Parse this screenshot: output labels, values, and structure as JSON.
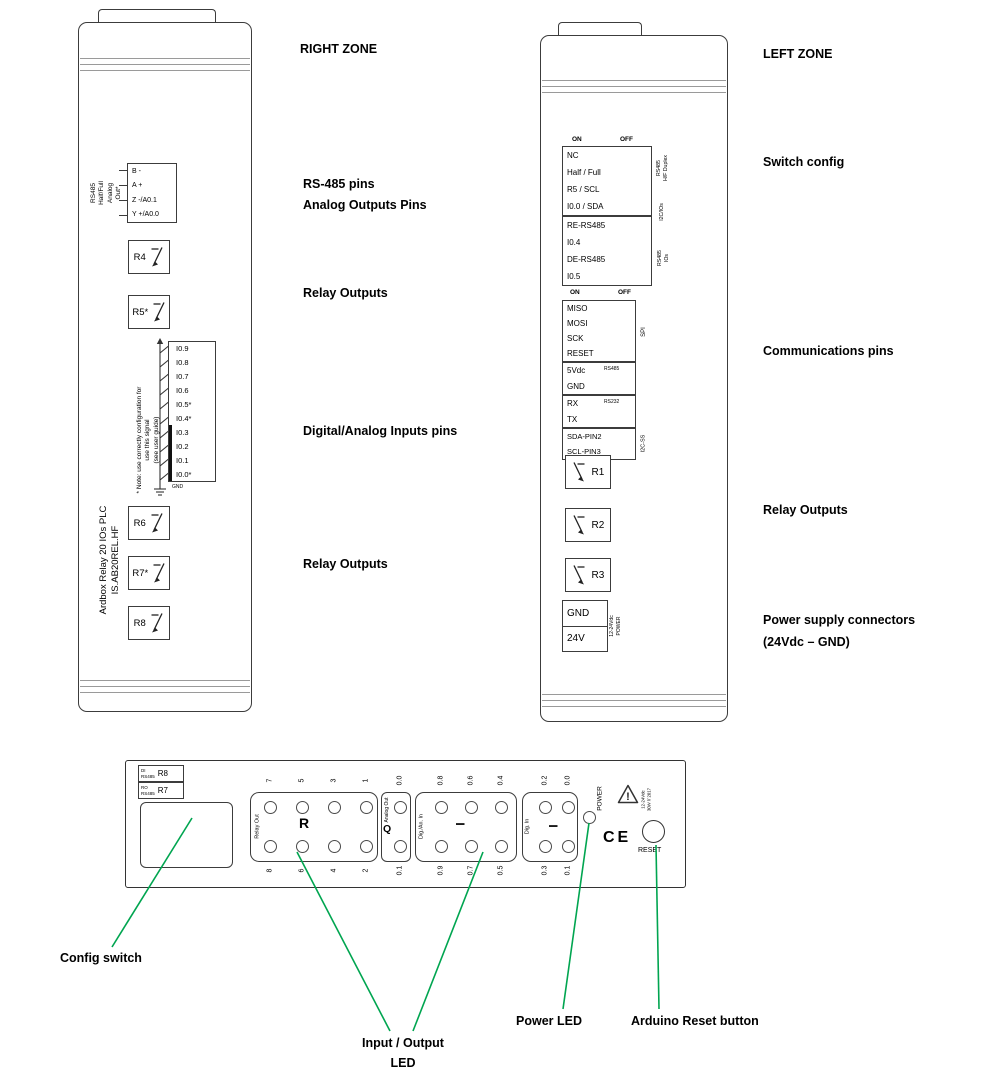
{
  "colors": {
    "callout_green": "#00a550"
  },
  "right_zone": {
    "title": "RIGHT ZONE",
    "side_label_lines": [
      "RS485",
      "Half/Full",
      "Analog",
      "Out*"
    ],
    "pins": [
      "B -",
      "A +",
      "Z -/A0.1",
      "Y +/A0.0"
    ],
    "relays_top": [
      "R4",
      "R5*"
    ],
    "inputs": [
      "I0.9",
      "I0.8",
      "I0.7",
      "I0.6",
      "I0.5*",
      "I0.4*",
      "I0.3",
      "I0.2",
      "I0.1",
      "I0.0*"
    ],
    "gnd_label": "GND",
    "product_lines": [
      "Ardbox Relay 20 IOs PLC",
      "IS.AB20REL.HF"
    ],
    "note_lines": [
      "* Note: use correctly configuration for",
      "use this signal",
      "(see user guide)"
    ],
    "relays_bottom": [
      "R6",
      "R7*",
      "R8"
    ],
    "labels": {
      "rs485_pins": "RS-485 pins",
      "analog_pins": "Analog Outputs Pins",
      "relay_outputs_top": "Relay Outputs",
      "inputs_pins": "Digital/Analog Inputs pins",
      "relay_outputs_bottom": "Relay Outputs"
    }
  },
  "left_zone": {
    "title": "LEFT ZONE",
    "sw": {
      "on": "ON",
      "off": "OFF"
    },
    "switch_rows_a": [
      "NC",
      "Half / Full",
      "R5 / SCL",
      "I0.0 / SDA"
    ],
    "switch_rows_b": [
      "RE-RS485",
      "I0.4",
      "DE-RS485",
      "I0.5"
    ],
    "side_labels": {
      "hf_1": "RS485",
      "hf_2": "H/F Duplex",
      "i2c": "I2C/IOs",
      "ios_1": "RS485",
      "ios_2": "IOs"
    },
    "comm": {
      "spi": [
        "MISO",
        "MOSI",
        "SCK",
        "RESET"
      ],
      "spi_label": "SPI",
      "pwr": [
        "5Vdc",
        "GND"
      ],
      "pwr_label": "RS485",
      "rs232": [
        "RX",
        "TX"
      ],
      "rs232_label": "RS232",
      "i2c": [
        "SDA-PIN2",
        "SCL-PIN3"
      ],
      "i2c_label": "I2C-SS"
    },
    "relays": [
      "R1",
      "R2",
      "R3"
    ],
    "power": {
      "pins": [
        "GND",
        "24V"
      ],
      "side": [
        "12-24Vdc",
        "POWER"
      ]
    },
    "labels": {
      "switch_config": "Switch config",
      "comm_pins": "Communications pins",
      "relay_outputs": "Relay Outputs",
      "power_line1": "Power supply connectors",
      "power_line2": "(24Vdc – GND)"
    }
  },
  "bottom_view": {
    "config_rows": [
      {
        "a": "DI",
        "b": "RS485",
        "big": "R8"
      },
      {
        "a": "RO",
        "b": "RS485",
        "big": "R7"
      }
    ],
    "relay_block": {
      "label": "Relay Out",
      "letter": "R",
      "top": [
        "7",
        "5",
        "3",
        "1"
      ],
      "bottom": [
        "8",
        "6",
        "4",
        "2"
      ]
    },
    "analog_block": {
      "label": "Analog Out",
      "letter": "Q",
      "top": [
        "0.0"
      ],
      "bottom": [
        "0.1"
      ]
    },
    "digan_block": {
      "label": "Dig./An. In",
      "letter": "I",
      "top": [
        "0.8",
        "0.6",
        "0.4"
      ],
      "bottom": [
        "0.9",
        "0.7",
        "0.5"
      ]
    },
    "dig_block": {
      "label": "Dig. In",
      "letter": "I",
      "top": [
        "0.2",
        "0.0"
      ],
      "bottom": [
        "0.3",
        "0.1"
      ]
    },
    "power_label": "POWER",
    "ce_mark": "CE",
    "warning_mark": "!",
    "warning_lines": [
      "12-24Vdc",
      "30W // 2017"
    ],
    "reset_label": "RESET"
  },
  "callouts": {
    "config_switch": "Config switch",
    "io_led_line1": "Input / Output",
    "io_led_line2": "LED",
    "power_led": "Power LED",
    "reset_button": "Arduino Reset button"
  }
}
